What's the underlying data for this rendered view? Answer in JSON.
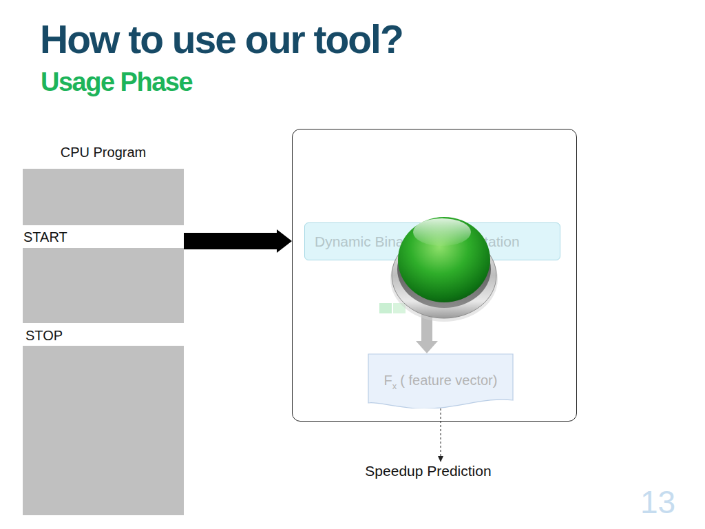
{
  "diagram": {
    "title": "How to use our tool?",
    "nodes": [
      {
        "text": [
          "CPU Program",
          "START",
          "STOP"
        ]
      },
      {
        "text": []
      },
      {
        "text": [
          "Dynamic Binary Instrumentation"
        ],
        "in": 1
      },
      {
        "text": [
          "F",
          "x",
          "( feature vector)"
        ],
        "in": 1
      },
      {
        "text": [
          "Speedup Prediction"
        ]
      }
    ],
    "edges": [
      {
        "from": 0,
        "to": 1,
        "arrow": "to"
      },
      {
        "from": 2,
        "to": 3,
        "arrow": "to"
      },
      {
        "from": 3,
        "to": 4,
        "arrow": "to"
      }
    ],
    "labels": [
      "Usage Phase",
      "13"
    ]
  }
}
